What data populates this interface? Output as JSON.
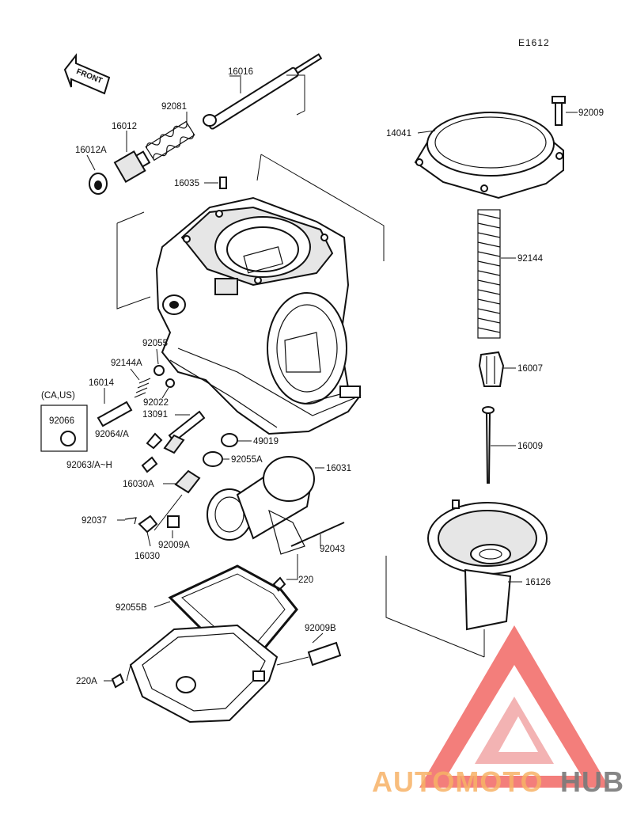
{
  "diagram_code": "E1612",
  "front_label": "FRONT",
  "region_note": "(CA,US)",
  "parts": {
    "p16016": "16016",
    "p92081": "92081",
    "p16012": "16012",
    "p16012A": "16012A",
    "p16035": "16035",
    "p14041": "14041",
    "p92009": "92009",
    "p92144": "92144",
    "p16007": "16007",
    "p16009": "16009",
    "p92055": "92055",
    "p92144A": "92144A",
    "p16014": "16014",
    "p92022": "92022",
    "p13091": "13091",
    "p92066": "92066",
    "p92064A": "92064/A",
    "p49019": "49019",
    "p92055A": "92055A",
    "p16031": "16031",
    "p92063AH": "92063/A~H",
    "p16030A": "16030A",
    "p92037": "92037",
    "p92009A": "92009A",
    "p16030": "16030",
    "p92043": "92043",
    "p220": "220",
    "p16126": "16126",
    "p92055B": "92055B",
    "p92009B": "92009B",
    "p220A": "220A"
  },
  "watermark": {
    "part1": "AUTOMOTO",
    "part2": "HUB",
    "color1": "#f7b267",
    "color2": "#e8584f",
    "color3": "#7a7a7a",
    "logo_color": "#ef5350"
  }
}
